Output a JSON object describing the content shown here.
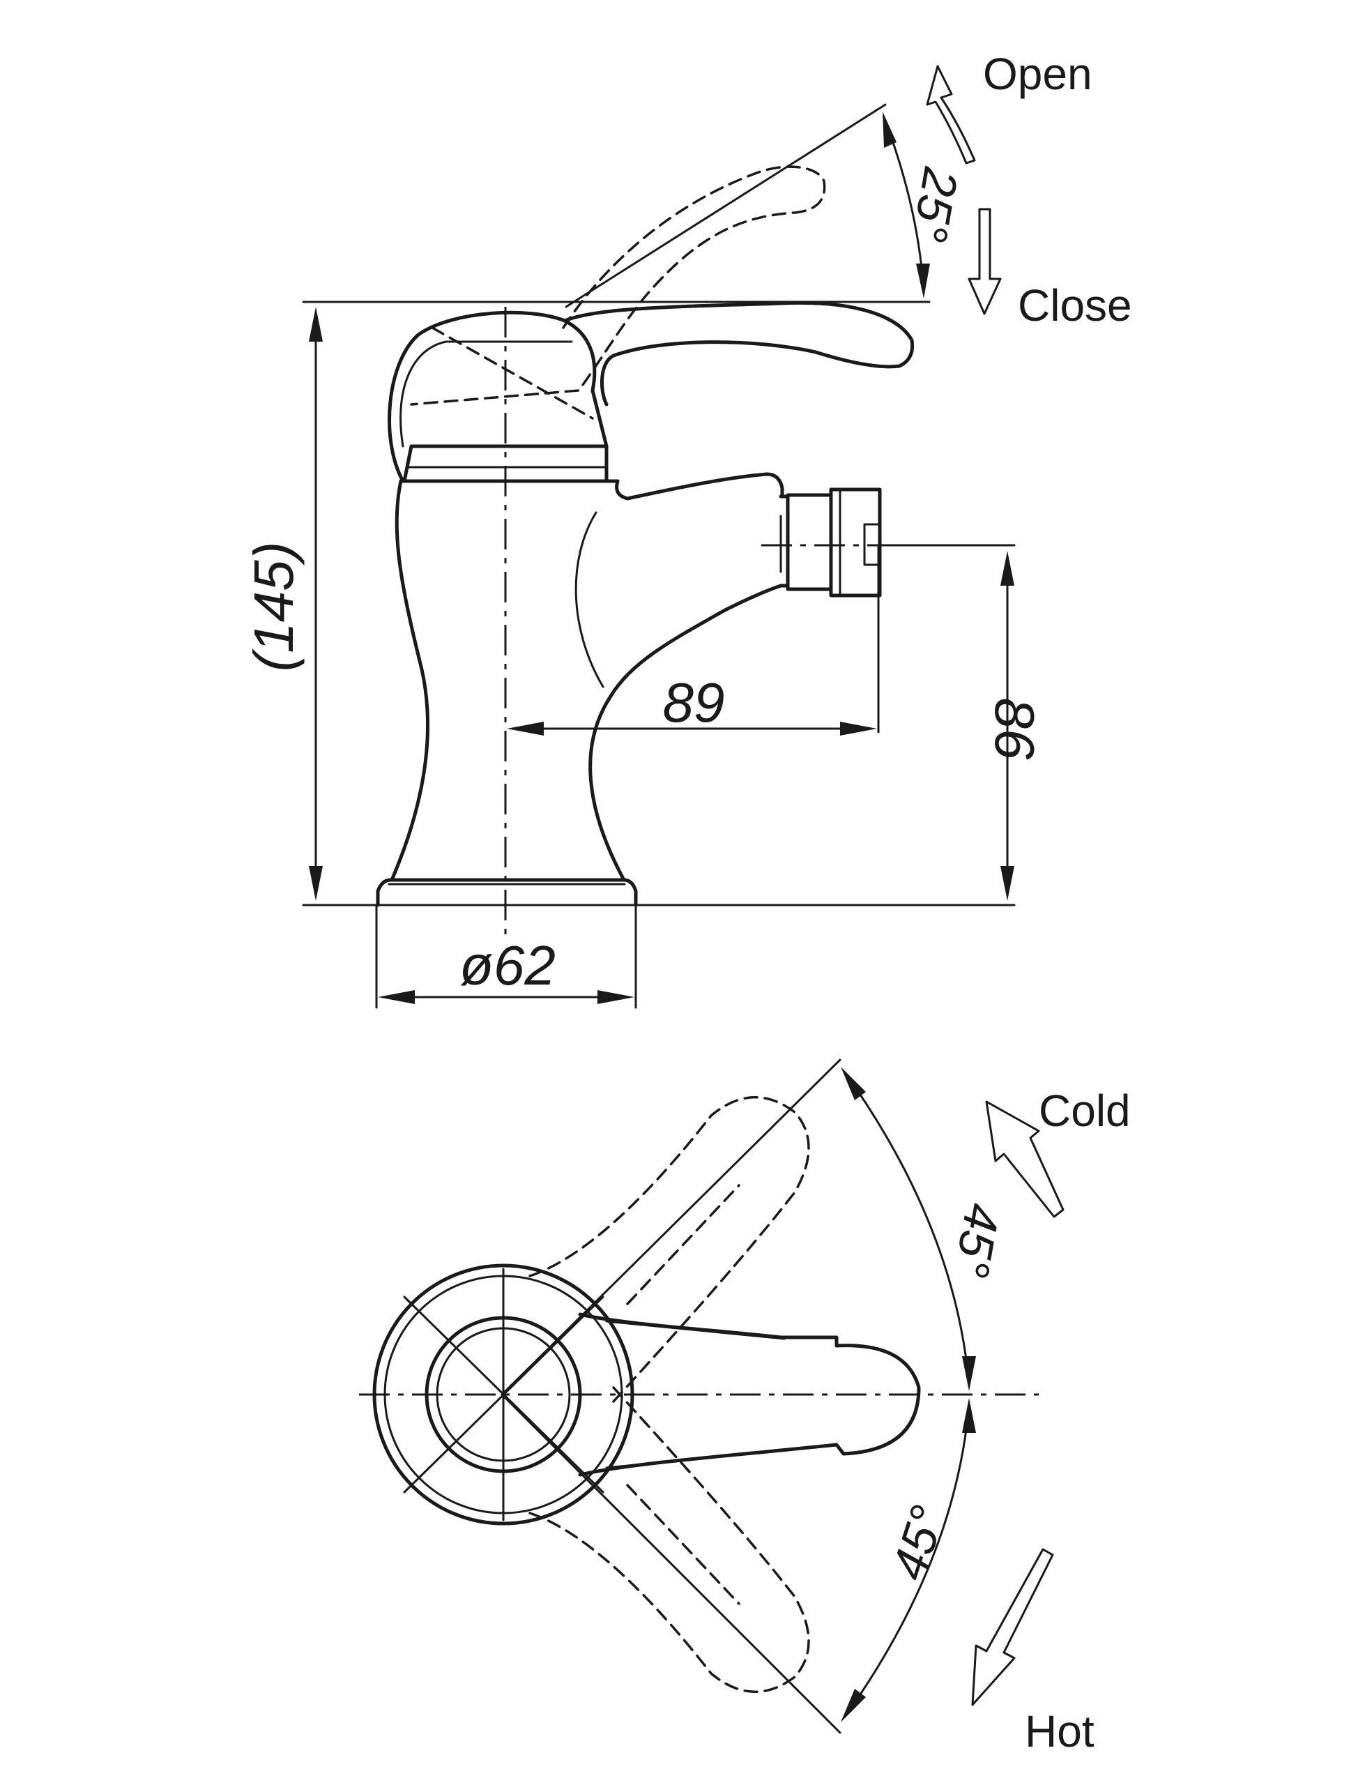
{
  "side_view": {
    "height_dim": "(145)",
    "outlet_reach_dim": "89",
    "outlet_height_dim": "86",
    "base_diameter_dim": "ø62",
    "lever_angle": "25°",
    "label_open": "Open",
    "label_close": "Close"
  },
  "top_view": {
    "angle_cold": "45°",
    "angle_hot": "45°",
    "label_cold": "Cold",
    "label_hot": "Hot"
  }
}
